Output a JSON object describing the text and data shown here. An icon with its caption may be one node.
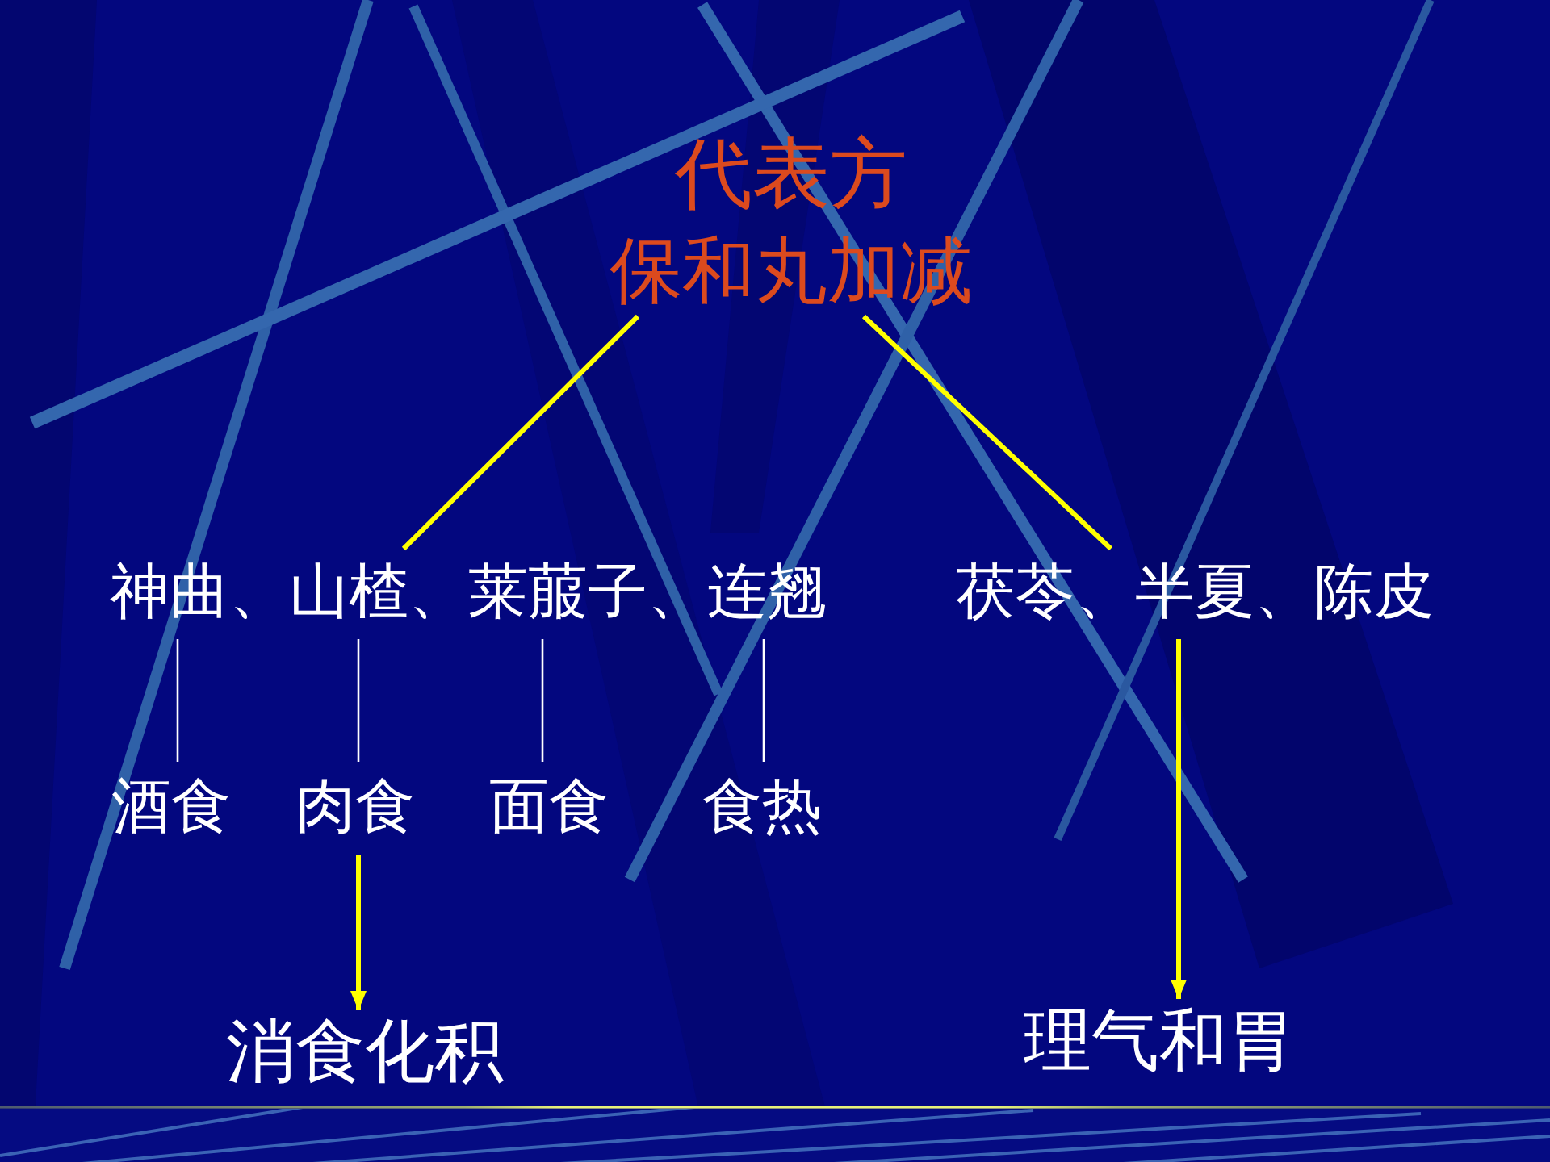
{
  "diagram": {
    "nodes": [
      {
        "text": [
          "代表方",
          "保和丸加减"
        ]
      },
      {
        "text": [
          "神曲、山楂、莱菔子、连翘"
        ]
      },
      {
        "text": [
          "茯苓、半夏、陈皮"
        ]
      },
      {
        "text": [
          "酒食"
        ]
      },
      {
        "text": [
          "肉食"
        ]
      },
      {
        "text": [
          "面食"
        ]
      },
      {
        "text": [
          "食热"
        ]
      },
      {
        "text": [
          "消食化积"
        ]
      },
      {
        "text": [
          "理气和胃"
        ]
      }
    ],
    "edges": [
      {
        "from": 0,
        "to": 1,
        "arrow": "none",
        "style": "thick",
        "color": "#ffff00"
      },
      {
        "from": 0,
        "to": 2,
        "arrow": "none",
        "style": "thick",
        "color": "#ffff00"
      },
      {
        "from": 1,
        "to": 3,
        "arrow": "none",
        "color": "#ffffff"
      },
      {
        "from": 1,
        "to": 4,
        "arrow": "none",
        "color": "#ffffff"
      },
      {
        "from": 1,
        "to": 5,
        "arrow": "none",
        "color": "#ffffff"
      },
      {
        "from": 1,
        "to": 6,
        "arrow": "none",
        "color": "#ffffff"
      },
      {
        "from": 4,
        "to": 7,
        "arrow": "to",
        "style": "thick",
        "color": "#ffff00"
      },
      {
        "from": 2,
        "to": 8,
        "arrow": "to",
        "style": "thick",
        "color": "#ffff00"
      }
    ]
  }
}
